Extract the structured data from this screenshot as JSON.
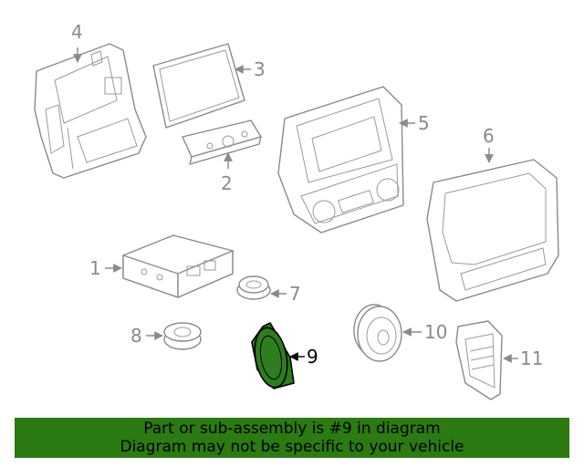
{
  "diagram": {
    "callouts": {
      "c1": "1",
      "c2": "2",
      "c3": "3",
      "c4": "4",
      "c5": "5",
      "c6": "6",
      "c7": "7",
      "c8": "8",
      "c9": "9",
      "c10": "10",
      "c11": "11"
    },
    "highlighted_part": "9",
    "highlight_color": "#2e7d1f"
  },
  "banner": {
    "line1": "Part or sub-assembly is #9 in diagram",
    "line2": "Diagram may not be specific to your vehicle",
    "background": "#2b7a12"
  }
}
